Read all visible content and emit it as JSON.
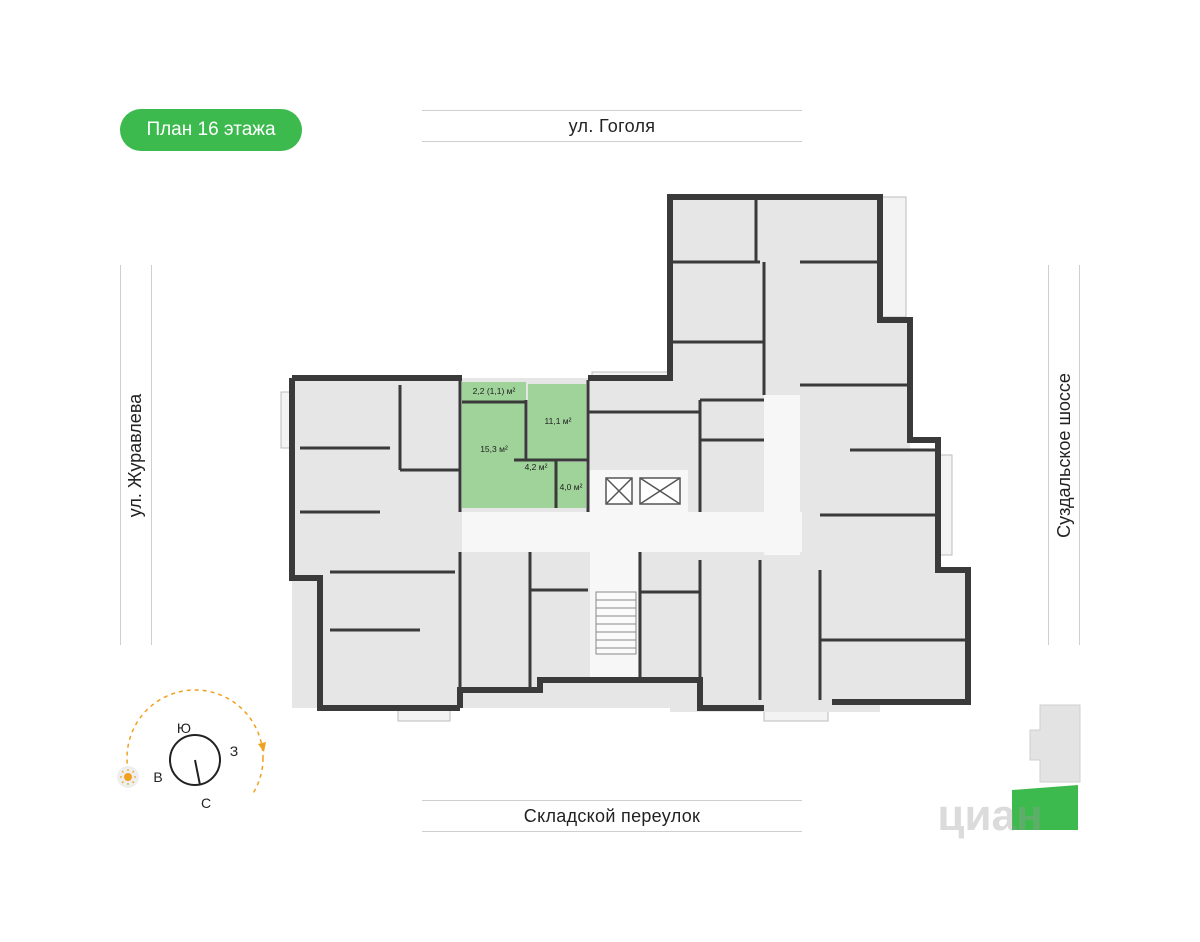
{
  "header": {
    "floor_plan_label": "План 16 этажа"
  },
  "streets": {
    "top": "ул. Гоголя",
    "bottom": "Складской переулок",
    "left": "ул. Журавлева",
    "right": "Суздальское шоссе"
  },
  "highlighted_apartment": {
    "rooms": [
      {
        "area": "2,2 (1,1) м²"
      },
      {
        "area": "15,3 м²"
      },
      {
        "area": "11,1 м²"
      },
      {
        "area": "4,2 м²"
      },
      {
        "area": "4,0 м²"
      }
    ]
  },
  "compass": {
    "north": "С",
    "south": "Ю",
    "east": "В",
    "west": "З"
  },
  "watermark": {
    "text": "циан"
  },
  "colors": {
    "accent_green": "#3dba4e",
    "highlight_green": "#9fd39a",
    "room_gray": "#e6e6e6",
    "wall_dark": "#3a3a3a",
    "sun_orange": "#f0a020"
  }
}
